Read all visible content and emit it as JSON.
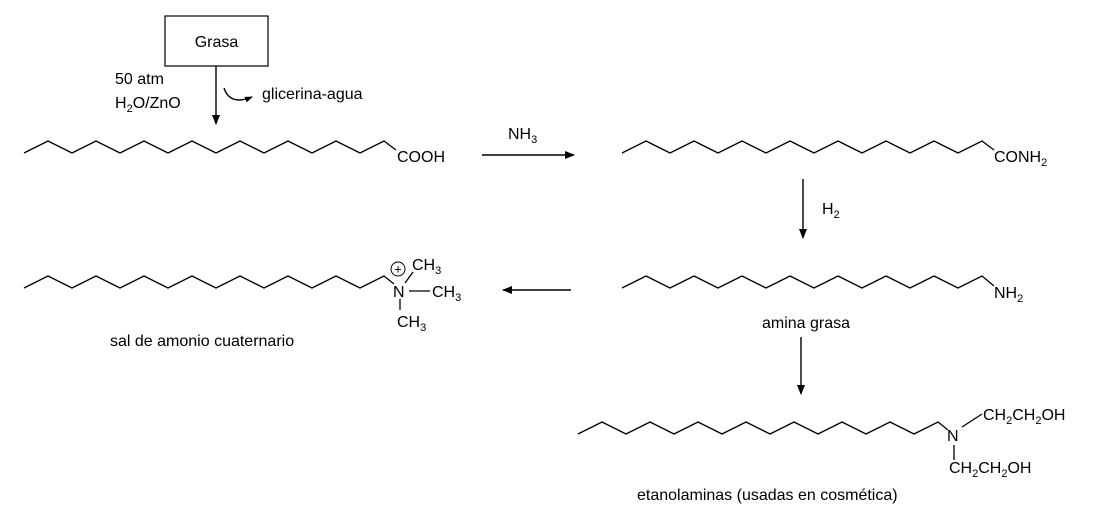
{
  "start_box": {
    "label": "Grasa"
  },
  "step1": {
    "condition_pressure": "50 atm",
    "condition_reagent": {
      "a": "H",
      "a_sub": "2",
      "b": "O/ZnO"
    },
    "byproduct": "glicerina-agua"
  },
  "acid": {
    "group": "COOH"
  },
  "step2": {
    "reagent": {
      "main": "NH",
      "sub": "3"
    }
  },
  "amide": {
    "group": {
      "main": "CONH",
      "sub": "2"
    }
  },
  "step3": {
    "reagent": {
      "main": "H",
      "sub": "2"
    }
  },
  "amine": {
    "group": {
      "main": "NH",
      "sub": "2"
    },
    "caption": "amina grasa"
  },
  "quat": {
    "charge": "+",
    "n": "N",
    "methyl": {
      "main": "CH",
      "sub": "3"
    },
    "caption": "sal de amonio cuaternario"
  },
  "ethanolamine": {
    "n": "N",
    "arm": {
      "p1": "CH",
      "s1": "2",
      "p2": "CH",
      "s2": "2",
      "p3": "OH"
    },
    "caption": "etanolaminas (usadas en cosmética)"
  }
}
